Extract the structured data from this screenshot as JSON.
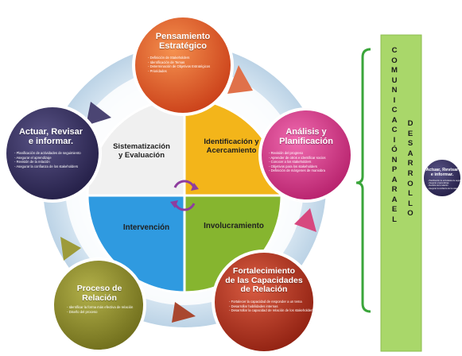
{
  "colors": {
    "amarillo": "#f3b51a",
    "verde": "#86b52f",
    "azul": "#2f9ae0",
    "gris": "#f0f0f0",
    "naranja": "#e3582c",
    "magenta": "#d93a8b",
    "rojo": "#b4301f",
    "oliva": "#8c8a2a",
    "morado": "#36305f",
    "barra_verde": "#a9d76a"
  },
  "cuadrantes": {
    "superior_izquierdo": "Sistematización\ny Evaluación",
    "superior_derecho": "Identificación y\nAcercamiento",
    "inferior_izquierdo": "Intervención",
    "inferior_derecho": "Involucramiento"
  },
  "burbujas": {
    "pensamiento": {
      "titulo": "Pensamiento\nEstratégico",
      "items": [
        "Definición de Stakeholders",
        "Identificación de Temas",
        "Determinación de Objetivos Estratégicos",
        "Prioridades"
      ]
    },
    "analisis": {
      "titulo": "Análisis y\nPlanificación",
      "items": [
        "Revisión del progreso",
        "Aprender de otros e identificar socios",
        "Conocer a los stakeholders",
        "Objetivos para los stakeholders",
        "Definición de márgenes de maniobra"
      ]
    },
    "fortalecimiento": {
      "titulo": "Fortalecimiento\nde las Capacidades\nde Relación",
      "items": [
        "Fortalecer la capacidad de responder a un tema",
        "Desarrollar habilidades internas",
        "Desarrollar la capacidad de relación de los stakeholders"
      ]
    },
    "proceso": {
      "titulo": "Proceso de\nRelación",
      "items": [
        "Identificar la forma más efectiva de relación",
        "Diseño del proceso"
      ]
    },
    "actuar": {
      "titulo": "Actuar, Revisar\ne informar.",
      "items": [
        "Planificación de actividades de seguimiento",
        "Asegurar el aprendizaje",
        "Revisión de la relación",
        "Asegurar la confianza de los stakeholders"
      ]
    }
  },
  "barra_vertical": {
    "columna_izquierda": [
      "C",
      "O",
      "M",
      "U",
      "N",
      "I",
      "C",
      "A",
      "C",
      "I",
      "Ó",
      "N",
      "P",
      "A",
      "R",
      "A",
      "E",
      "L"
    ],
    "columna_derecha": [
      "D",
      "E",
      "S",
      "A",
      "R",
      "R",
      "O",
      "L",
      "L",
      "O"
    ]
  },
  "mini_burbuja": {
    "titulo": "Actuar, Revisar\ne informar.",
    "items": [
      "Planificación de actividades de seguimiento",
      "Asegurar el aprendizaje",
      "Revisión de la relación",
      "Asegurar la confianza de los stakeholders"
    ]
  }
}
